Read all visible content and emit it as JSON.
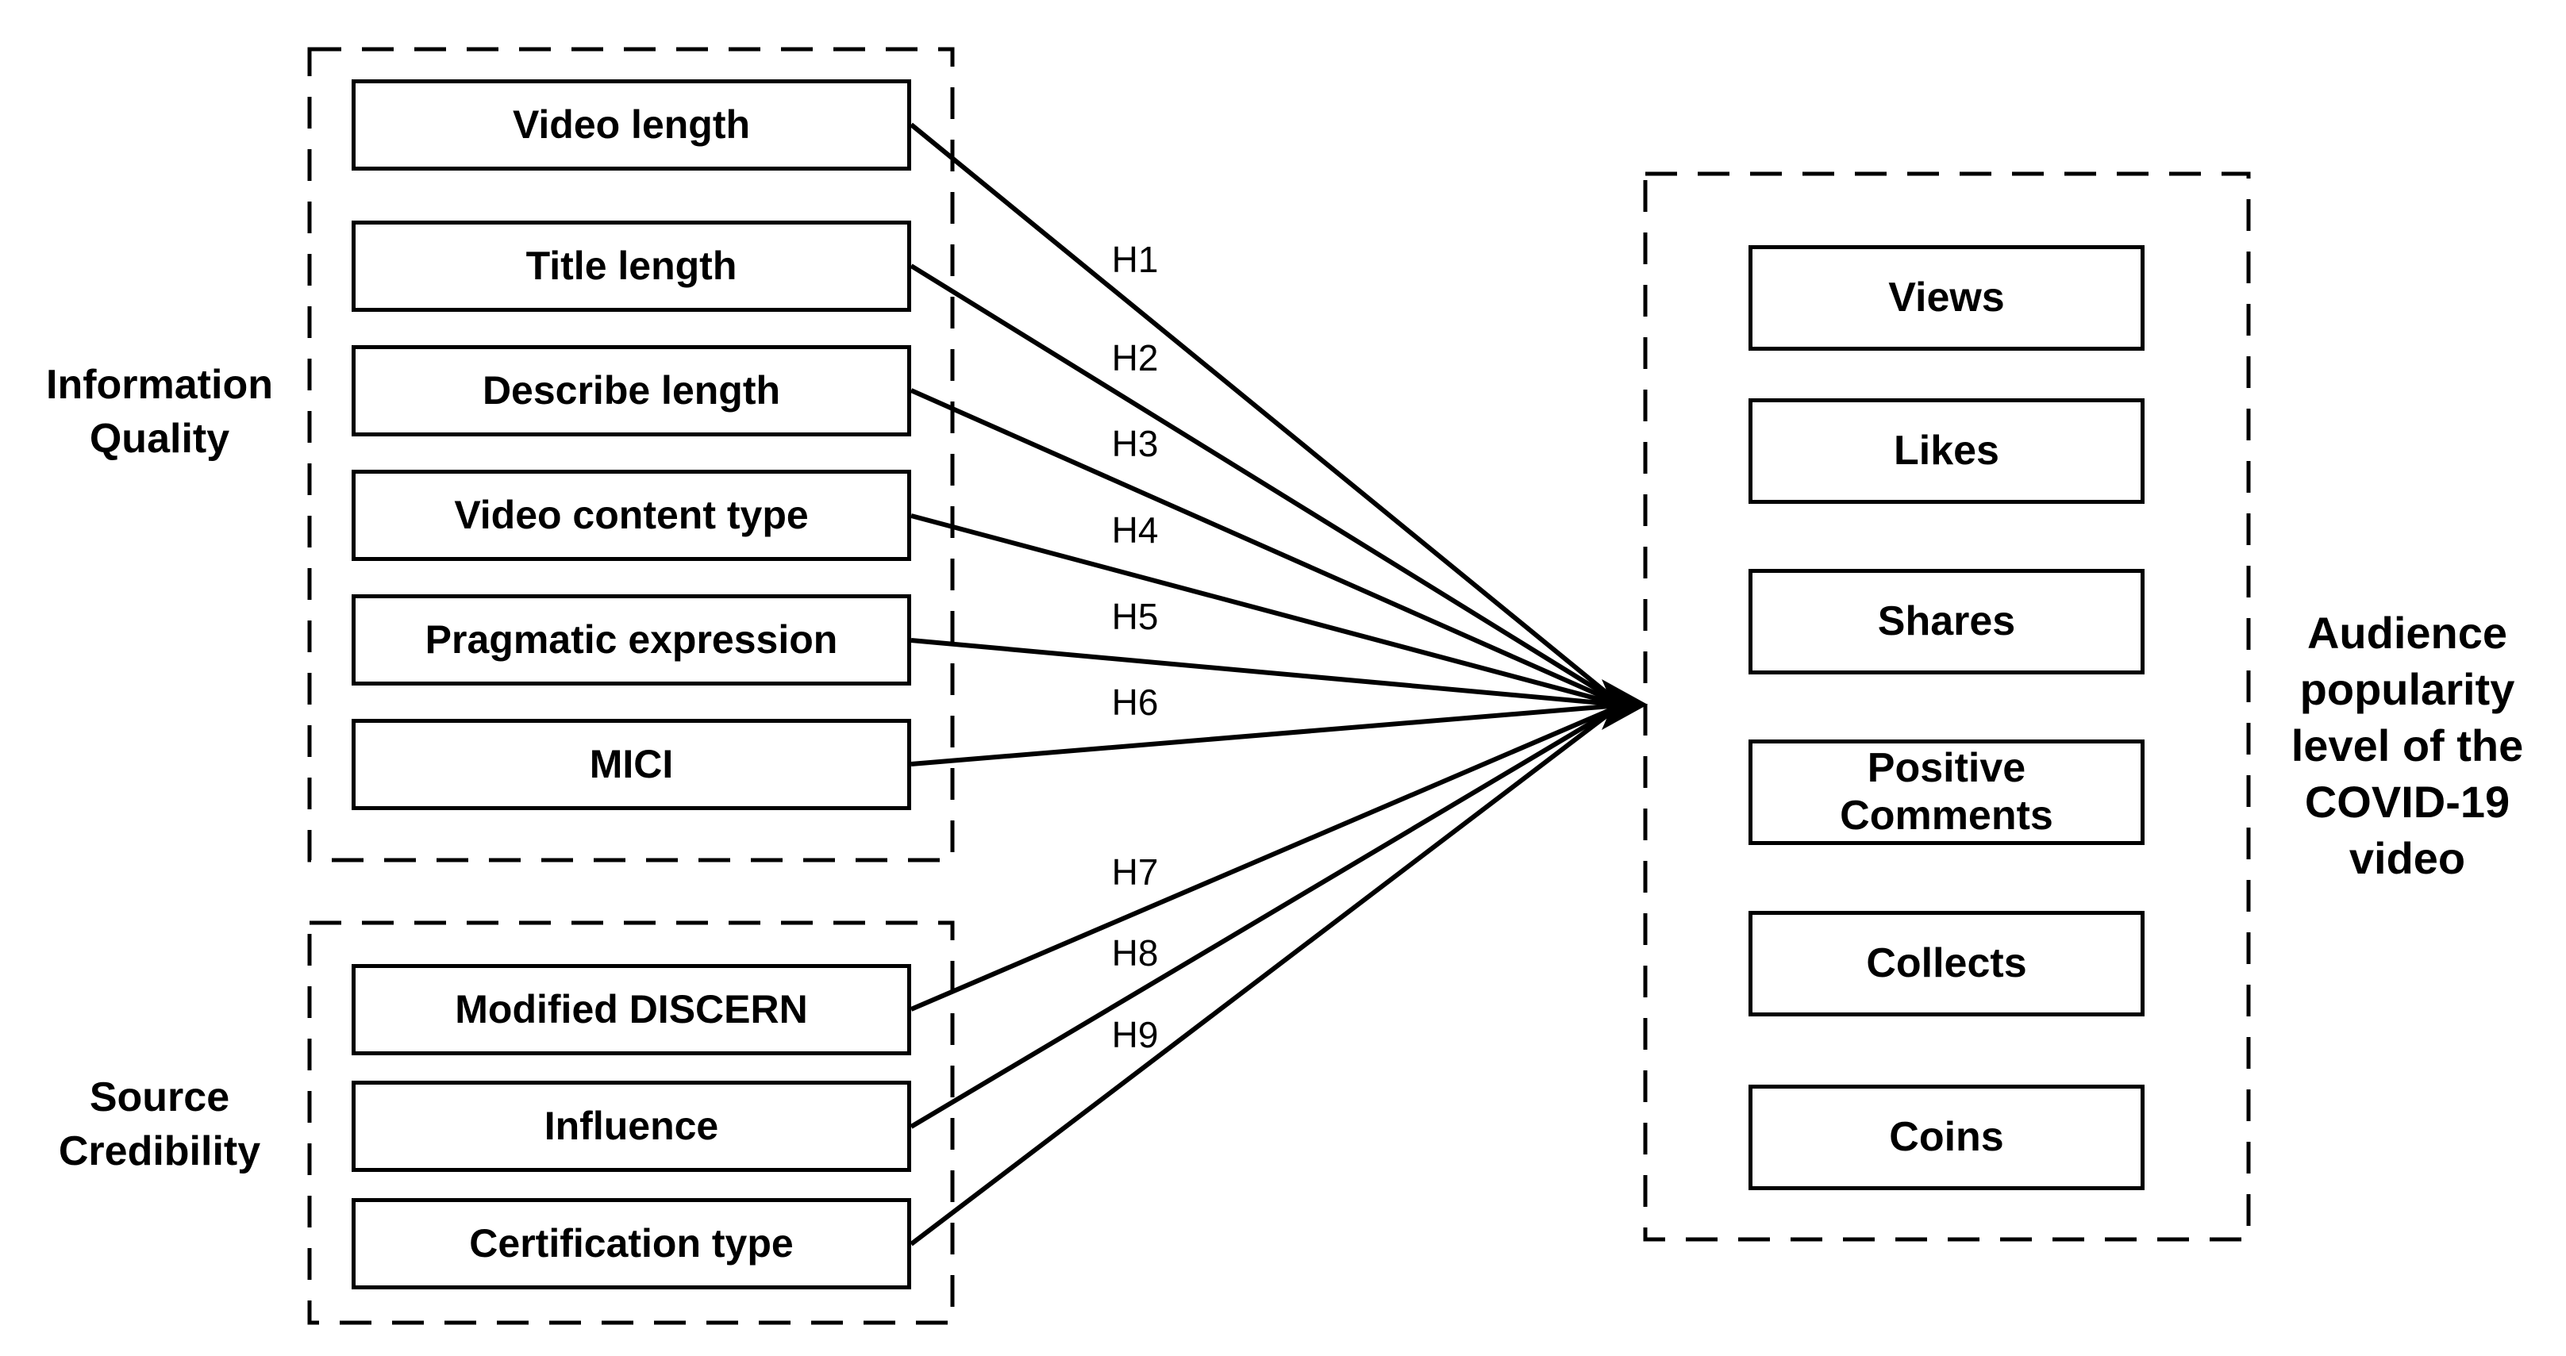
{
  "information_quality": {
    "label": "Information\nQuality",
    "boxes": [
      "Video length",
      "Title length",
      "Describe length",
      "Video content type",
      "Pragmatic expression",
      "MICI"
    ]
  },
  "source_credibility": {
    "label": "Source\nCredibility",
    "boxes": [
      "Modified DISCERN",
      "Influence",
      "Certification type"
    ]
  },
  "outcome": {
    "label": "Audience\npopularity\nlevel of the\nCOVID-19\nvideo",
    "boxes": [
      "Views",
      "Likes",
      "Shares",
      "Positive\nComments",
      "Collects",
      "Coins"
    ]
  },
  "hypotheses": [
    "H1",
    "H2",
    "H3",
    "H4",
    "H5",
    "H6",
    "H7",
    "H8",
    "H9"
  ],
  "colors": {
    "stroke": "#000000",
    "background": "#ffffff",
    "text": "#000000"
  }
}
